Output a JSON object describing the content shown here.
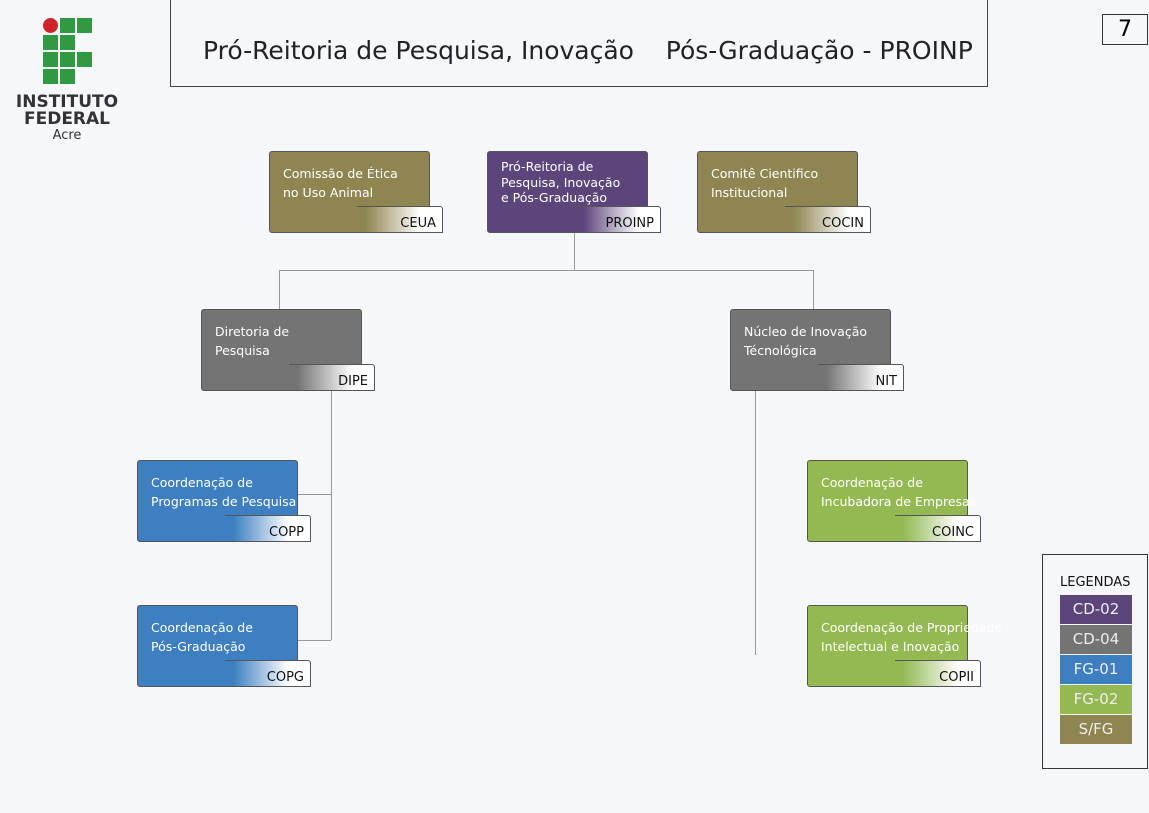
{
  "logo": {
    "line1": "INSTITUTO",
    "line2": "FEDERAL",
    "line3": "Acre"
  },
  "header": {
    "title": "Pró-Reitoria de Pesquisa, Inovação    Pós-Graduação - PROINP",
    "page_number": "7"
  },
  "colors": {
    "CD-02": "#5c457a",
    "CD-04": "#747474",
    "FG-01": "#3d7fc1",
    "FG-02": "#94b953",
    "S/FG": "#8e8551"
  },
  "units": [
    {
      "name": "Comissão de Ética\nno Uso Animal",
      "acronym": "CEUA",
      "level": "S/FG"
    },
    {
      "name": "Pró-Reitoria de\nPesquisa, Inovação\ne Pós-Graduação",
      "acronym": "PROINP",
      "level": "CD-02"
    },
    {
      "name": "Comitê Cientifico\nInstitucional",
      "acronym": "COCIN",
      "level": "S/FG"
    },
    {
      "name": "Diretoria de\nPesquisa",
      "acronym": "DIPE",
      "level": "CD-04"
    },
    {
      "name": "Núcleo de Inovação\nTécnológica",
      "acronym": "NIT",
      "level": "CD-04"
    },
    {
      "name": "Coordenação de\nProgramas de Pesquisa",
      "acronym": "COPP",
      "level": "FG-01"
    },
    {
      "name": "Coordenação de\nPós-Graduação",
      "acronym": "COPG",
      "level": "FG-01"
    },
    {
      "name": "Coordenação de\nIncubadora de Empresas",
      "acronym": "COINC",
      "level": "FG-02"
    },
    {
      "name": "Coordenação de Propriedade\nIntelectual e Inovação",
      "acronym": "COPII",
      "level": "FG-02"
    }
  ],
  "legend": {
    "title": "LEGENDAS",
    "items": [
      "CD-02",
      "CD-04",
      "FG-01",
      "FG-02",
      "S/FG"
    ]
  }
}
